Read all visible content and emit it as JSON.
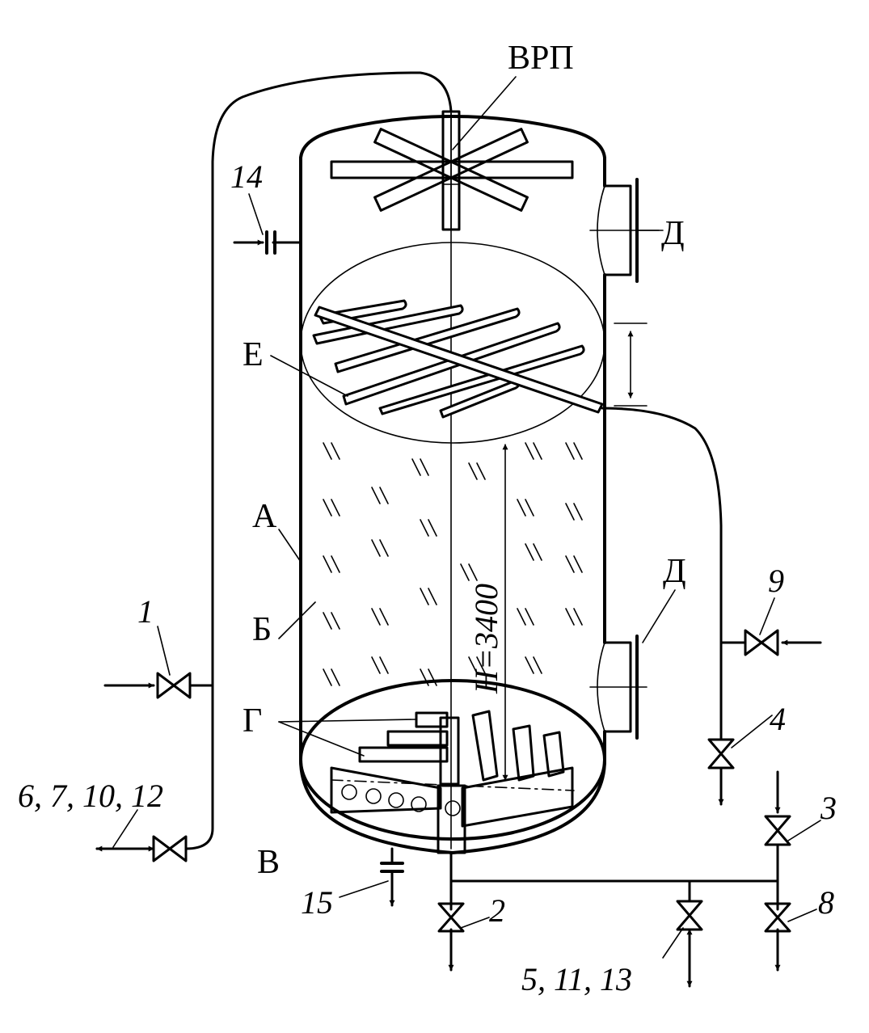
{
  "labels": {
    "top_device": "ВРП",
    "flange": "Д",
    "distributor": "Е",
    "shell": "А",
    "fill": "Б",
    "bottom": "В",
    "collector": "Г",
    "height": "H=3400"
  },
  "valves": {
    "v1": "1",
    "v2": "2",
    "v3": "3",
    "v4": "4",
    "v5": "5, 11, 13",
    "v6": "6, 7, 10, 12",
    "v8": "8",
    "v9": "9",
    "v14": "14",
    "v15": "15"
  }
}
